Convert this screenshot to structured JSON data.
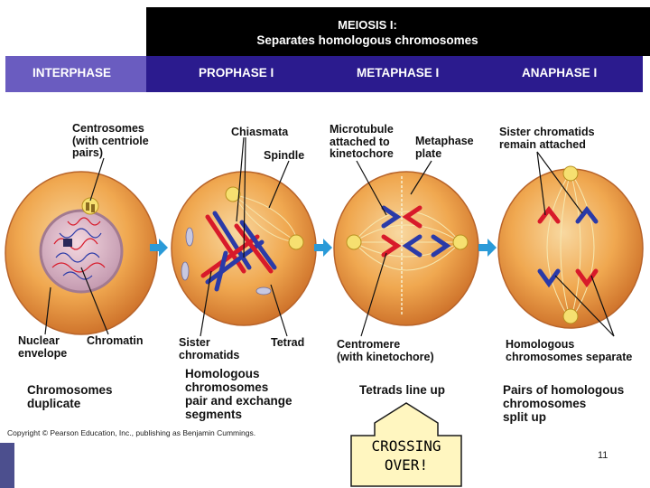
{
  "header": {
    "title_line1": "MEIOSIS I:",
    "title_line2": "Separates homologous chromosomes",
    "colors": {
      "title_bg": "#000000",
      "phase_bar": "#2b1b8e",
      "interphase_tab": "#6a5cc0"
    }
  },
  "phases": [
    {
      "label": "INTERPHASE"
    },
    {
      "label": "PROPHASE I"
    },
    {
      "label": "METAPHASE I"
    },
    {
      "label": "ANAPHASE I"
    }
  ],
  "labels": {
    "centrosomes": [
      "Centrosomes",
      "(with centriole",
      "pairs)"
    ],
    "chiasmata": "Chiasmata",
    "spindle": "Spindle",
    "microtubule": [
      "Microtubule",
      "attached to",
      "kinetochore"
    ],
    "metaphase_plate": [
      "Metaphase",
      "plate"
    ],
    "sister_attached": [
      "Sister chromatids",
      "remain attached"
    ],
    "nuclear_envelope": [
      "Nuclear",
      "envelope"
    ],
    "chromatin": "Chromatin",
    "sister_chromatids": [
      "Sister",
      "chromatids"
    ],
    "tetrad": "Tetrad",
    "centromere": [
      "Centromere",
      "(with kinetochore)"
    ],
    "homologous_separate": [
      "Homologous",
      "chromosomes separate"
    ]
  },
  "captions": {
    "interphase": [
      "Chromosomes",
      "duplicate"
    ],
    "prophase": [
      "Homologous",
      "chromosomes",
      "pair and exchange",
      "segments"
    ],
    "metaphase": "Tetrads line up",
    "anaphase": [
      "Pairs of homologous",
      "chromosomes",
      "split up"
    ]
  },
  "copyright": "Copyright © Pearson Education, Inc., publishing as Benjamin Cummings.",
  "callout": {
    "line1": "CROSSING",
    "line2": "OVER!"
  },
  "page_number": "11",
  "colors": {
    "cell_fill": "#e8953a",
    "cell_edge": "#b8642a",
    "arrow": "#2a9ad8",
    "chromosome_red": "#d81a2a",
    "chromosome_blue": "#2a3aa8",
    "callout_fill": "#fff6c0"
  }
}
